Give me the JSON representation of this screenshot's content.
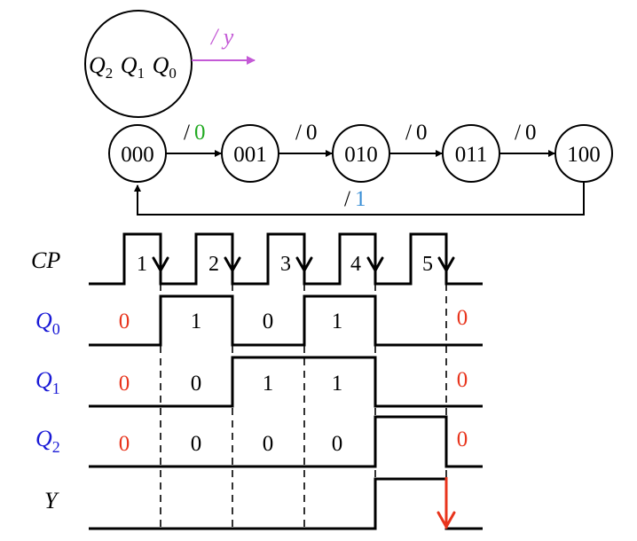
{
  "legend": {
    "state_var": "Q",
    "state_subs": [
      "2",
      "1",
      "0"
    ],
    "output_label": "/ y"
  },
  "states": [
    "000",
    "001",
    "010",
    "011",
    "100"
  ],
  "transitions": [
    {
      "slash": "/",
      "value": "0"
    },
    {
      "slash": "/",
      "value": "0"
    },
    {
      "slash": "/",
      "value": "0"
    },
    {
      "slash": "/",
      "value": "0"
    }
  ],
  "return_transition": {
    "slash": "/",
    "value": "1"
  },
  "waveform": {
    "signals": [
      {
        "name": "CP",
        "sub": ""
      },
      {
        "name": "Q",
        "sub": "0"
      },
      {
        "name": "Q",
        "sub": "1"
      },
      {
        "name": "Q",
        "sub": "2"
      },
      {
        "name": "Y",
        "sub": ""
      }
    ],
    "clock_numbers": [
      "1",
      "2",
      "3",
      "4",
      "5"
    ],
    "q0_values": [
      "0",
      "1",
      "0",
      "1",
      "0"
    ],
    "q1_values": [
      "0",
      "0",
      "1",
      "1",
      "0"
    ],
    "q2_values": [
      "0",
      "0",
      "0",
      "0",
      "0"
    ]
  },
  "colors": {
    "legend_purple": "#c45ad6",
    "green": "#22aa22",
    "blue_text": "#1a1ad6",
    "light_blue": "#3a8fd6",
    "red": "#e8341c",
    "black": "#000000"
  }
}
